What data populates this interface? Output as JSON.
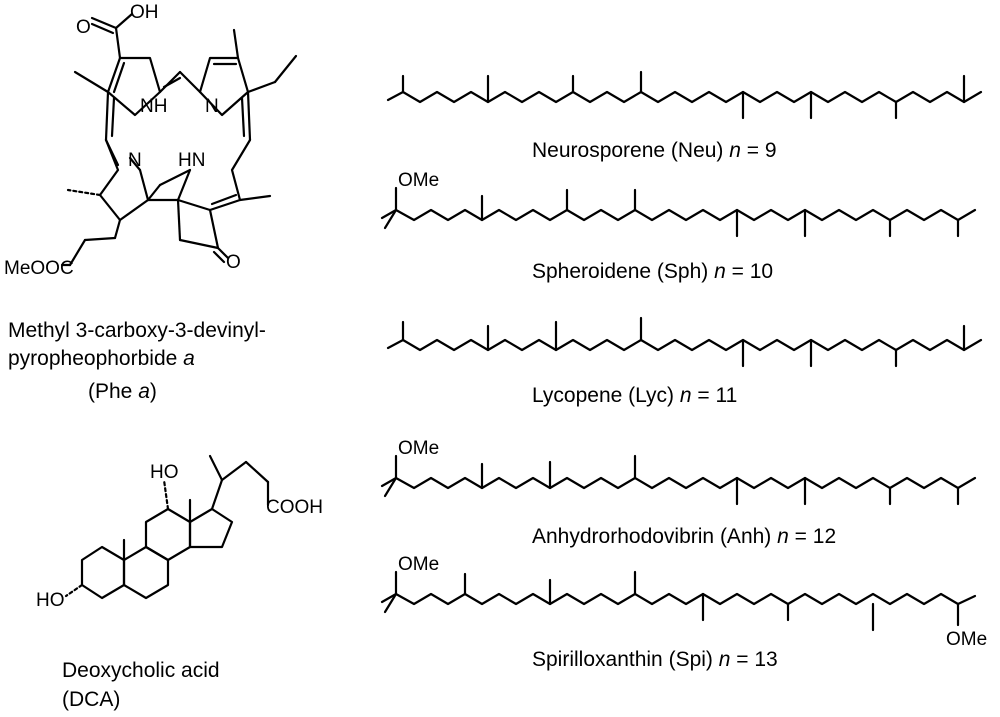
{
  "compounds": {
    "phe": {
      "name_line1": "Methyl 3-carboxy-3-devinyl-",
      "name_line2": "pyropheophorbide ",
      "name_line2_italic": "a",
      "abbr_open": "(Phe ",
      "abbr_italic": "a",
      "abbr_close": ")",
      "atoms": {
        "cooh": "O",
        "oh": "OH",
        "nh1": "NH",
        "n1": "N",
        "n2": "N",
        "hn": "HN",
        "ketone": "O",
        "ester": "MeOOC"
      }
    },
    "dca": {
      "name_line1": "Deoxycholic acid",
      "name_line2": "(DCA)",
      "atoms": {
        "ho_top": "HO",
        "ho_bottom": "HO",
        "cooh": "COOH"
      }
    },
    "carotenoids": [
      {
        "name": "Neurosporene (Neu) ",
        "n_symbol": "n",
        "n_value": " = 9"
      },
      {
        "name": "Spheroidene (Sph) ",
        "n_symbol": "n",
        "n_value": " = 10"
      },
      {
        "name": "Lycopene (Lyc) ",
        "n_symbol": "n",
        "n_value": " = 11"
      },
      {
        "name": "Anhydrorhodovibrin (Anh)  ",
        "n_symbol": "n",
        "n_value": " = 12"
      },
      {
        "name": "Spirilloxanthin (Spi)  ",
        "n_symbol": "n",
        "n_value": " = 13"
      }
    ],
    "ome_labels": {
      "sph": "OMe",
      "anh": "OMe",
      "spi_left": "OMe",
      "spi_right": "OMe"
    }
  }
}
